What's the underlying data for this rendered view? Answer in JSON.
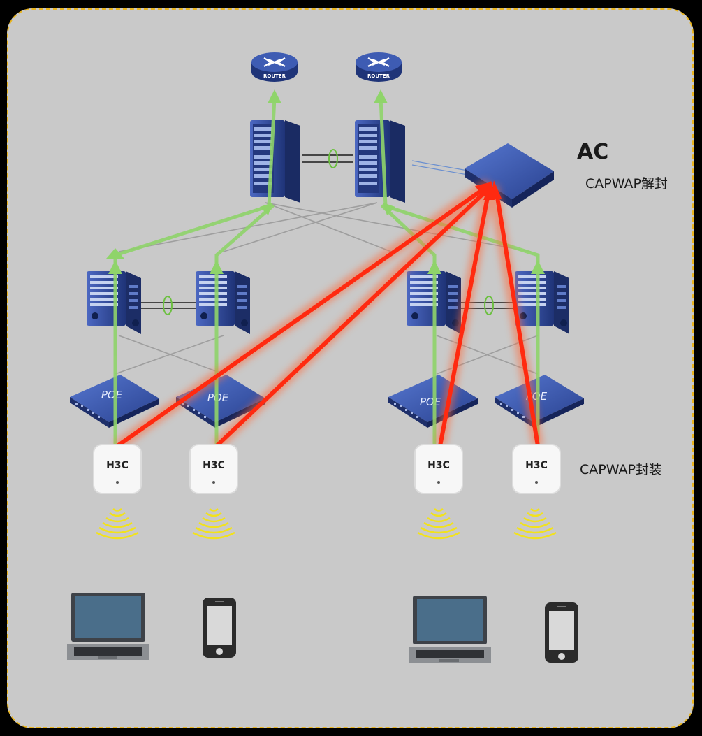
{
  "labels": {
    "ac_title": "AC",
    "ac_decap": "CAPWAP解封",
    "ap_encap": "CAPWAP封装"
  },
  "devices": {
    "router_label": "ROUTER",
    "poe_label": "POE",
    "ap_brand": "H3C"
  },
  "colors": {
    "background": "#c9c9c9",
    "frame_border": "#e9b520",
    "device_blue": "#2f4a9a",
    "green_link": "#8fd46a",
    "red_tunnel": "#ff3a1a",
    "wifi_signal": "#f2e21c"
  }
}
